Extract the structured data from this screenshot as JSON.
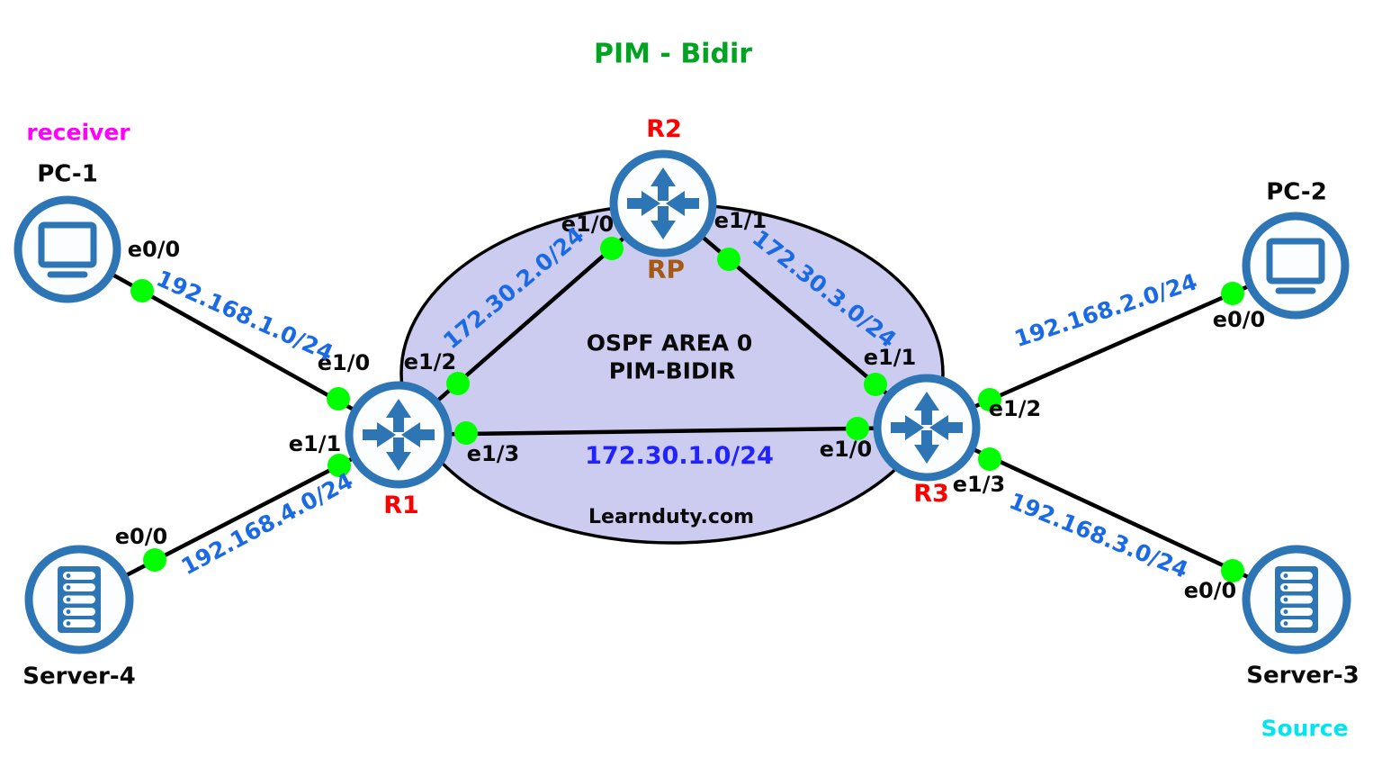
{
  "title": {
    "text": "PIM - Bidir",
    "color": "#00A420"
  },
  "annotations": {
    "receiver": {
      "text": "receiver",
      "color": "#FF00FF"
    },
    "source": {
      "text": "Source",
      "color": "#00E5EE"
    }
  },
  "ospf_area": {
    "line1": "OSPF AREA 0",
    "line2": "PIM-BIDIR",
    "watermark": "Learnduty.com",
    "fill_color": "#CCCCF0"
  },
  "nodes": {
    "pc1": {
      "label": "PC-1",
      "type": "pc"
    },
    "pc2": {
      "label": "PC-2",
      "type": "pc"
    },
    "server4": {
      "label": "Server-4",
      "type": "server"
    },
    "server3": {
      "label": "Server-3",
      "type": "server"
    },
    "r1": {
      "label": "R1",
      "type": "router"
    },
    "r2": {
      "label": "R2",
      "type": "router",
      "role": "RP"
    },
    "r3": {
      "label": "R3",
      "type": "router"
    }
  },
  "interfaces": {
    "pc1_e00": "e0/0",
    "pc2_e00": "e0/0",
    "server4_e00": "e0/0",
    "server3_e00": "e0/0",
    "r1_e10": "e1/0",
    "r1_e11": "e1/1",
    "r1_e12": "e1/2",
    "r1_e13": "e1/3",
    "r2_e10": "e1/0",
    "r2_e11": "e1/1",
    "r3_e10": "e1/0",
    "r3_e11": "e1/1",
    "r3_e12": "e1/2",
    "r3_e13": "e1/3"
  },
  "subnets": {
    "pc1_r1": "192.168.1.0/24",
    "pc2_r3": "192.168.2.0/24",
    "server3_r3": "192.168.3.0/24",
    "server4_r1": "192.168.4.0/24",
    "r1_r3": "172.30.1.0/24",
    "r1_r2": "172.30.2.0/24",
    "r2_r3": "172.30.3.0/24"
  },
  "colors": {
    "device_blue": "#2E75B6",
    "router_label_red": "#FF0000",
    "rp_brown": "#A55A14",
    "subnet_link_blue": "#1B6AE5",
    "backbone_blue": "#2222FF",
    "endpoint_dot_green": "#00FF00",
    "link_black": "#000000"
  }
}
